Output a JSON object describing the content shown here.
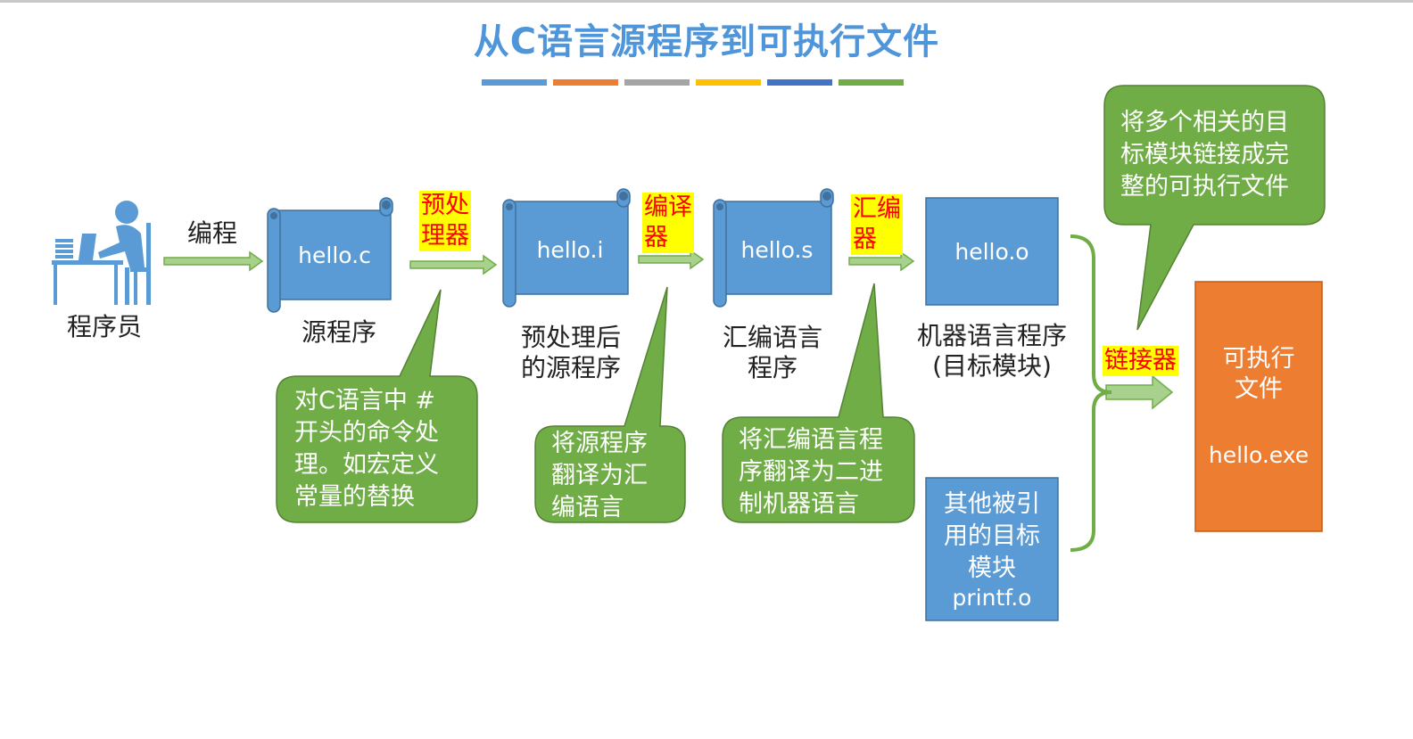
{
  "title": "从C语言源程序到可执行文件",
  "colors": {
    "title": "#4e95d9",
    "scroll_fill": "#5b9bd5",
    "scroll_stroke": "#41719c",
    "box_blue": "#5b9bd5",
    "box_orange": "#ed7d31",
    "callout_green": "#70ad47",
    "arrow_fill": "#a9d18e",
    "arrow_stroke": "#70ad47",
    "highlight_bg": "#ffff00",
    "highlight_text": "#ff0000",
    "bars": [
      "#5b9bd5",
      "#ed7d31",
      "#a5a5a5",
      "#ffc000",
      "#4472c4",
      "#70ad47"
    ]
  },
  "programmer": {
    "label": "程序员",
    "icon": "programmer-at-desk-icon"
  },
  "edit_label": "编程",
  "stages": [
    {
      "file": "hello.c",
      "caption": "源程序"
    },
    {
      "file": "hello.i",
      "caption": "预处理后\n的源程序"
    },
    {
      "file": "hello.s",
      "caption": "汇编语言\n程序"
    },
    {
      "file": "hello.o",
      "caption": "机器语言程序\n(目标模块)"
    }
  ],
  "tools": {
    "preprocessor": "预处\n理器",
    "compiler": "编译\n器",
    "assembler": "汇编\n器",
    "linker": "链接器"
  },
  "callouts": {
    "preprocess": "对C语言中 #\n开头的命令处\n理。如宏定义\n常量的替换",
    "compile": "将源程序\n翻译为汇\n编语言",
    "assemble": "将汇编语言程\n序翻译为二进\n制机器语言",
    "link": "将多个相关的目\n标模块链接成完\n整的可执行文件"
  },
  "other_modules": {
    "text": "其他被引\n用的目标\n模块",
    "file": "printf.o"
  },
  "executable": {
    "label": "可执行\n文件",
    "file": "hello.exe"
  }
}
